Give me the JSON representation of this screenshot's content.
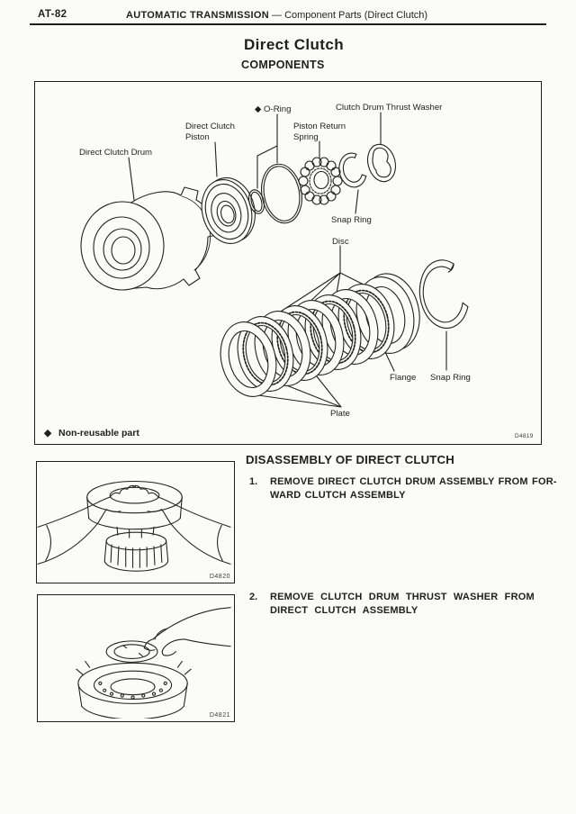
{
  "page": {
    "code": "AT-82",
    "section": "AUTOMATIC TRANSMISSION",
    "subsection": "— Component Parts (Direct Clutch)",
    "title": "Direct Clutch"
  },
  "components": {
    "heading": "COMPONENTS",
    "figure_id": "D4819",
    "note_symbol": "◆",
    "note": "Non-reusable part",
    "labels": {
      "drum": "Direct Clutch Drum",
      "piston": [
        "Direct Clutch",
        "Piston"
      ],
      "oring": "◆ O-Ring",
      "spring": [
        "Piston Return",
        "Spring"
      ],
      "thrust_washer": "Clutch Drum Thrust Washer",
      "snap_ring_upper": "Snap Ring",
      "disc": "Disc",
      "flange": "Flange",
      "snap_ring_lower": "Snap Ring",
      "plate": "Plate"
    }
  },
  "disassembly": {
    "heading": "DISASSEMBLY OF DIRECT CLUTCH",
    "steps": [
      {
        "number": "1.",
        "text": [
          "REMOVE DIRECT CLUTCH DRUM ASSEMBLY FROM FOR-",
          "WARD CLUTCH ASSEMBLY"
        ],
        "figure_id": "D4820"
      },
      {
        "number": "2.",
        "text": [
          "REMOVE CLUTCH DRUM THRUST WASHER FROM",
          "DIRECT CLUTCH ASSEMBLY"
        ],
        "figure_id": "D4821"
      }
    ]
  },
  "colors": {
    "ink": "#1f1f1f",
    "paper": "#fbfbf9"
  }
}
